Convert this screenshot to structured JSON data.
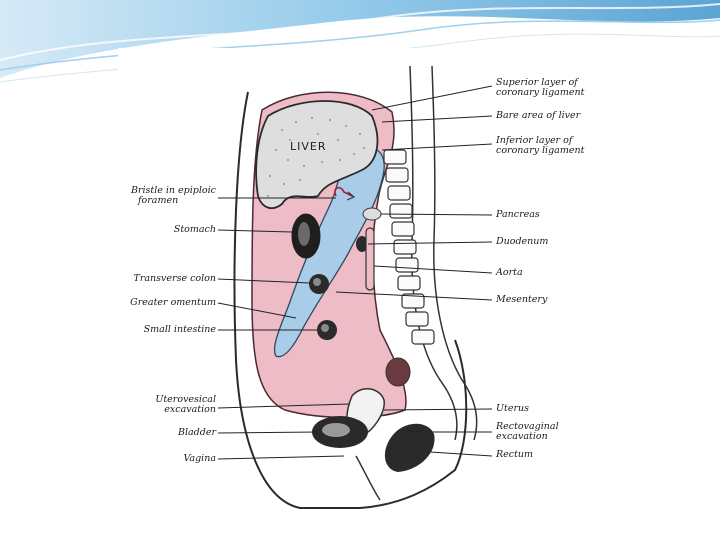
{
  "colors": {
    "slide_accent": "#5aa6d8",
    "peritoneum_pink": "#eebcc6",
    "lesser_sac_blue": "#a9cde8",
    "liver_gray": "#d9d9d9"
  },
  "organ_label": "LIVER",
  "left_labels": [
    {
      "id": "bristle",
      "lines": [
        "Bristle in epiploic",
        "foramen"
      ]
    },
    {
      "id": "stomach",
      "lines": [
        "Stomach"
      ]
    },
    {
      "id": "transverse-colon",
      "lines": [
        "Transverse colon"
      ]
    },
    {
      "id": "greater-omentum",
      "lines": [
        "Greater omentum"
      ]
    },
    {
      "id": "small-intestine",
      "lines": [
        "Small intestine"
      ]
    },
    {
      "id": "uterovesical",
      "lines": [
        "Uterovesical",
        "excavation"
      ]
    },
    {
      "id": "bladder",
      "lines": [
        "Bladder"
      ]
    },
    {
      "id": "vagina",
      "lines": [
        "Vagina"
      ]
    }
  ],
  "right_labels": [
    {
      "id": "superior-coronary",
      "lines": [
        "Superior layer of",
        "coronary ligament"
      ]
    },
    {
      "id": "bare-area",
      "lines": [
        "Bare area of liver"
      ]
    },
    {
      "id": "inferior-coronary",
      "lines": [
        "Inferior layer of",
        "coronary ligament"
      ]
    },
    {
      "id": "pancreas",
      "lines": [
        "Pancreas"
      ]
    },
    {
      "id": "duodenum",
      "lines": [
        "Duodenum"
      ]
    },
    {
      "id": "aorta",
      "lines": [
        "Aorta"
      ]
    },
    {
      "id": "mesentery",
      "lines": [
        "Mesentery"
      ]
    },
    {
      "id": "uterus",
      "lines": [
        "Uterus"
      ]
    },
    {
      "id": "rectovaginal",
      "lines": [
        "Rectovaginal",
        "excavation"
      ]
    },
    {
      "id": "rectum",
      "lines": [
        "Rectum"
      ]
    }
  ]
}
